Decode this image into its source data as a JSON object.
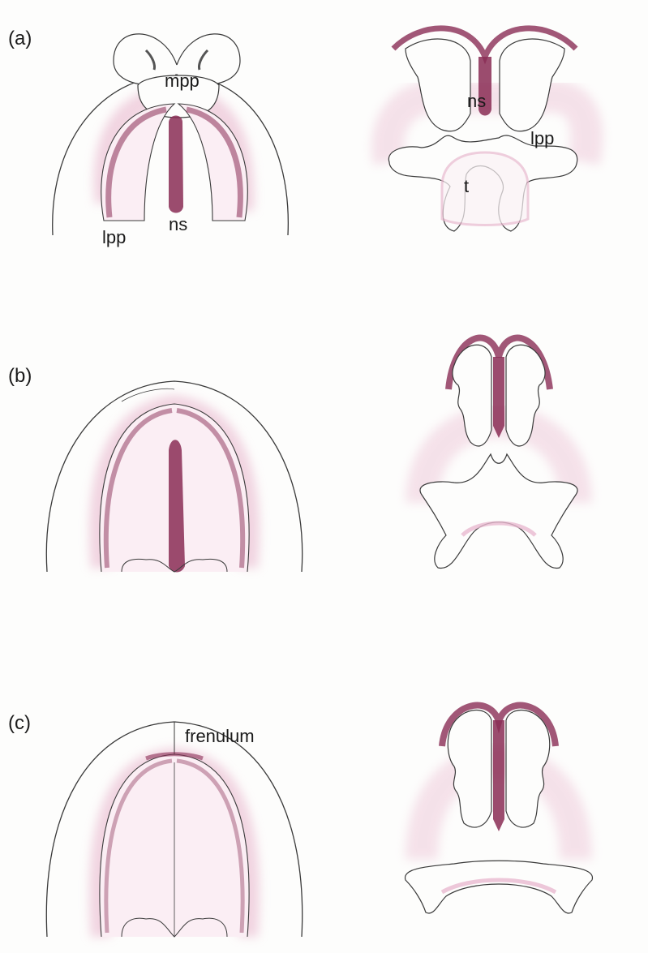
{
  "figure": {
    "panels": [
      {
        "id": "a",
        "label": "(a)",
        "palatal_view_labels": {
          "medial_palatine_process": "mpp",
          "nasal_septum": "ns",
          "lateral_palatine_process": "lpp"
        },
        "coronal_view_labels": {
          "nasal_septum": "ns",
          "lateral_palatine_process": "lpp",
          "tongue": "t"
        }
      },
      {
        "id": "b",
        "label": "(b)"
      },
      {
        "id": "c",
        "label": "(c)",
        "palatal_view_labels": {
          "frenulum": "frenulum"
        }
      }
    ],
    "colors": {
      "outline": "#3a3a3a",
      "epithelium": "#8a2d55",
      "mesenchyme_tint": "#e9b9cf",
      "paper": "#fdfdfc"
    }
  }
}
